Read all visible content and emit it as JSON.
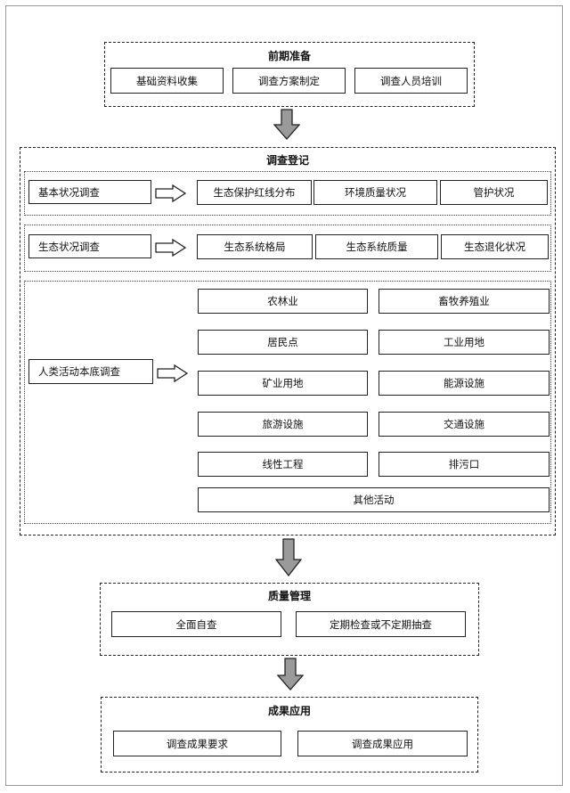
{
  "stages": {
    "prep": {
      "title": "前期准备",
      "items": [
        "基础资料收集",
        "调查方案制定",
        "调查人员培训"
      ]
    },
    "survey": {
      "title": "调查登记",
      "basic": {
        "label": "基本状况调查",
        "items": [
          "生态保护红线分布",
          "环境质量状况",
          "管护状况"
        ]
      },
      "eco": {
        "label": "生态状况调查",
        "items": [
          "生态系统格局",
          "生态系统质量",
          "生态退化状况"
        ]
      },
      "human": {
        "label": "人类活动本底调查",
        "items": [
          "农林业",
          "畜牧养殖业",
          "居民点",
          "工业用地",
          "矿业用地",
          "能源设施",
          "旅游设施",
          "交通设施",
          "线性工程",
          "排污口"
        ],
        "other": "其他活动"
      }
    },
    "quality": {
      "title": "质量管理",
      "items": [
        "全面自查",
        "定期检查或不定期抽查"
      ]
    },
    "results": {
      "title": "成果应用",
      "items": [
        "调查成果要求",
        "调查成果应用"
      ]
    }
  }
}
